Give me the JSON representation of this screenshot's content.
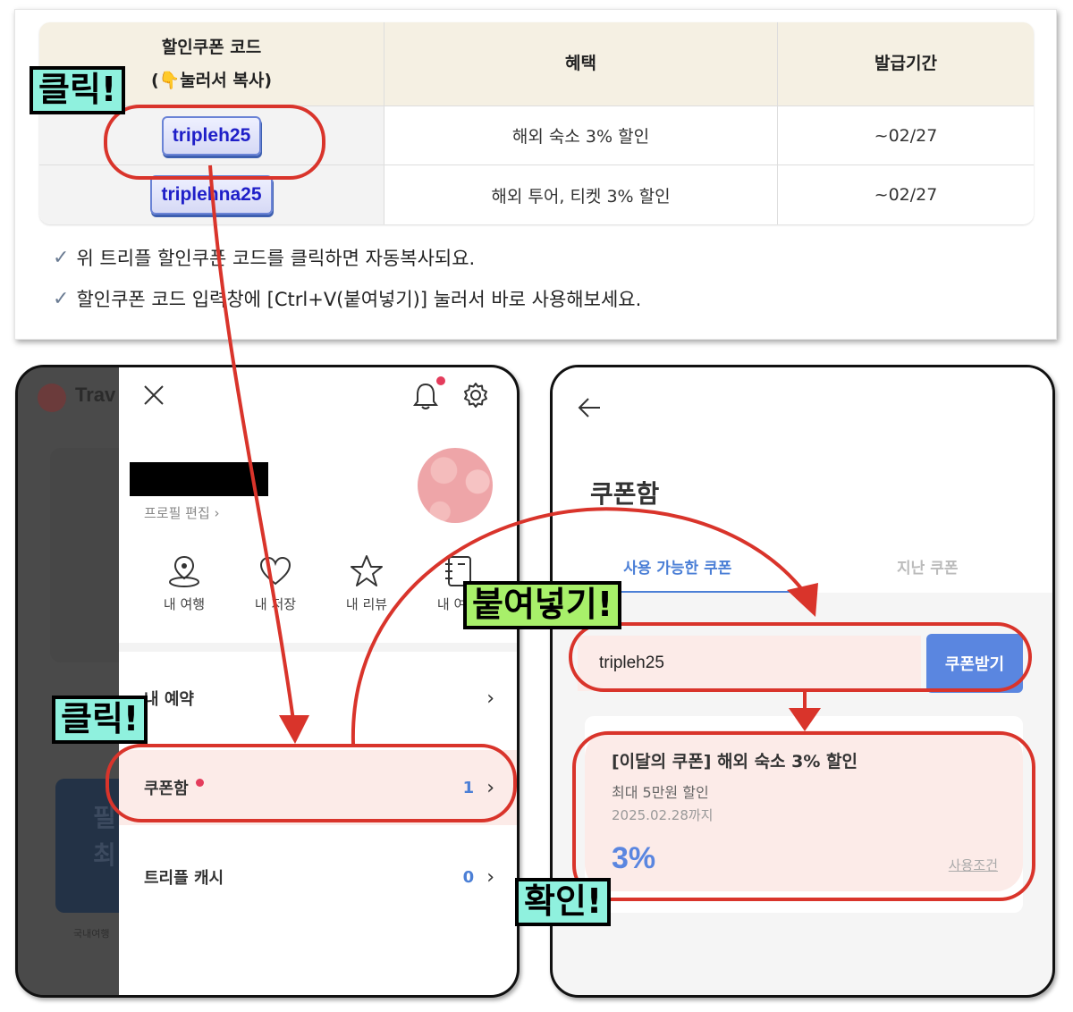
{
  "table": {
    "headers": {
      "code_line1": "할인쿠폰 코드",
      "code_line2": "(👇눌러서 복사)",
      "benefit": "혜택",
      "period": "발급기간"
    },
    "rows": [
      {
        "code": "tripleh25",
        "benefit": "해외 숙소 3% 할인",
        "period": "~02/27"
      },
      {
        "code": "triplehna25",
        "benefit": "해외 투어, 티켓 3% 할인",
        "period": "~02/27"
      }
    ]
  },
  "hints": [
    "위 트리플 할인쿠폰 코드를 클릭하면 자동복사되요.",
    "할인쿠폰 코드 입력창에 [Ctrl+V(붙여넣기)] 눌러서 바로 사용해보세요."
  ],
  "check_mark": "✓",
  "left_phone": {
    "bg_app_title": "Trav",
    "bg_banner_line1": "필",
    "bg_banner_line2": "최",
    "bg_nav_label": "국내여행",
    "profile_edit": "프로필 편집 ›",
    "quick_menu": [
      {
        "icon": "map-pin-icon",
        "label": "내 여행"
      },
      {
        "icon": "heart-icon",
        "label": "내 저장"
      },
      {
        "icon": "star-icon",
        "label": "내 리뷰"
      },
      {
        "icon": "notebook-icon",
        "label": "내 여행"
      }
    ],
    "menu": {
      "reservation": {
        "label": "내 예약",
        "chevron": "›"
      },
      "coupon_box": {
        "label": "쿠폰함",
        "count": "1",
        "chevron": "›"
      },
      "triple_cash": {
        "label": "트리플 캐시",
        "count": "0",
        "chevron": "›"
      }
    }
  },
  "right_phone": {
    "title": "쿠폰함",
    "tabs": {
      "available": "사용 가능한 쿠폰",
      "past": "지난 쿠폰"
    },
    "coupon_input_value": "tripleh25",
    "submit_label": "쿠폰받기",
    "coupon": {
      "title": "[이달의 쿠폰] 해외 숙소 3% 할인",
      "max": "최대 5만원 할인",
      "expiry": "2025.02.28까지",
      "percent": "3%",
      "terms": "사용조건"
    }
  },
  "annotations": {
    "click1": "클릭!",
    "click2": "클릭!",
    "paste": "붙여넣기!",
    "confirm": "확인!"
  },
  "colors": {
    "accent_blue": "#5a86e0",
    "annotation_red": "#d9342b",
    "badge_red": "#e43c5c",
    "header_beige": "#f5f0e3",
    "cyan_label": "#8ff1de",
    "green_label": "#a8f06a"
  }
}
